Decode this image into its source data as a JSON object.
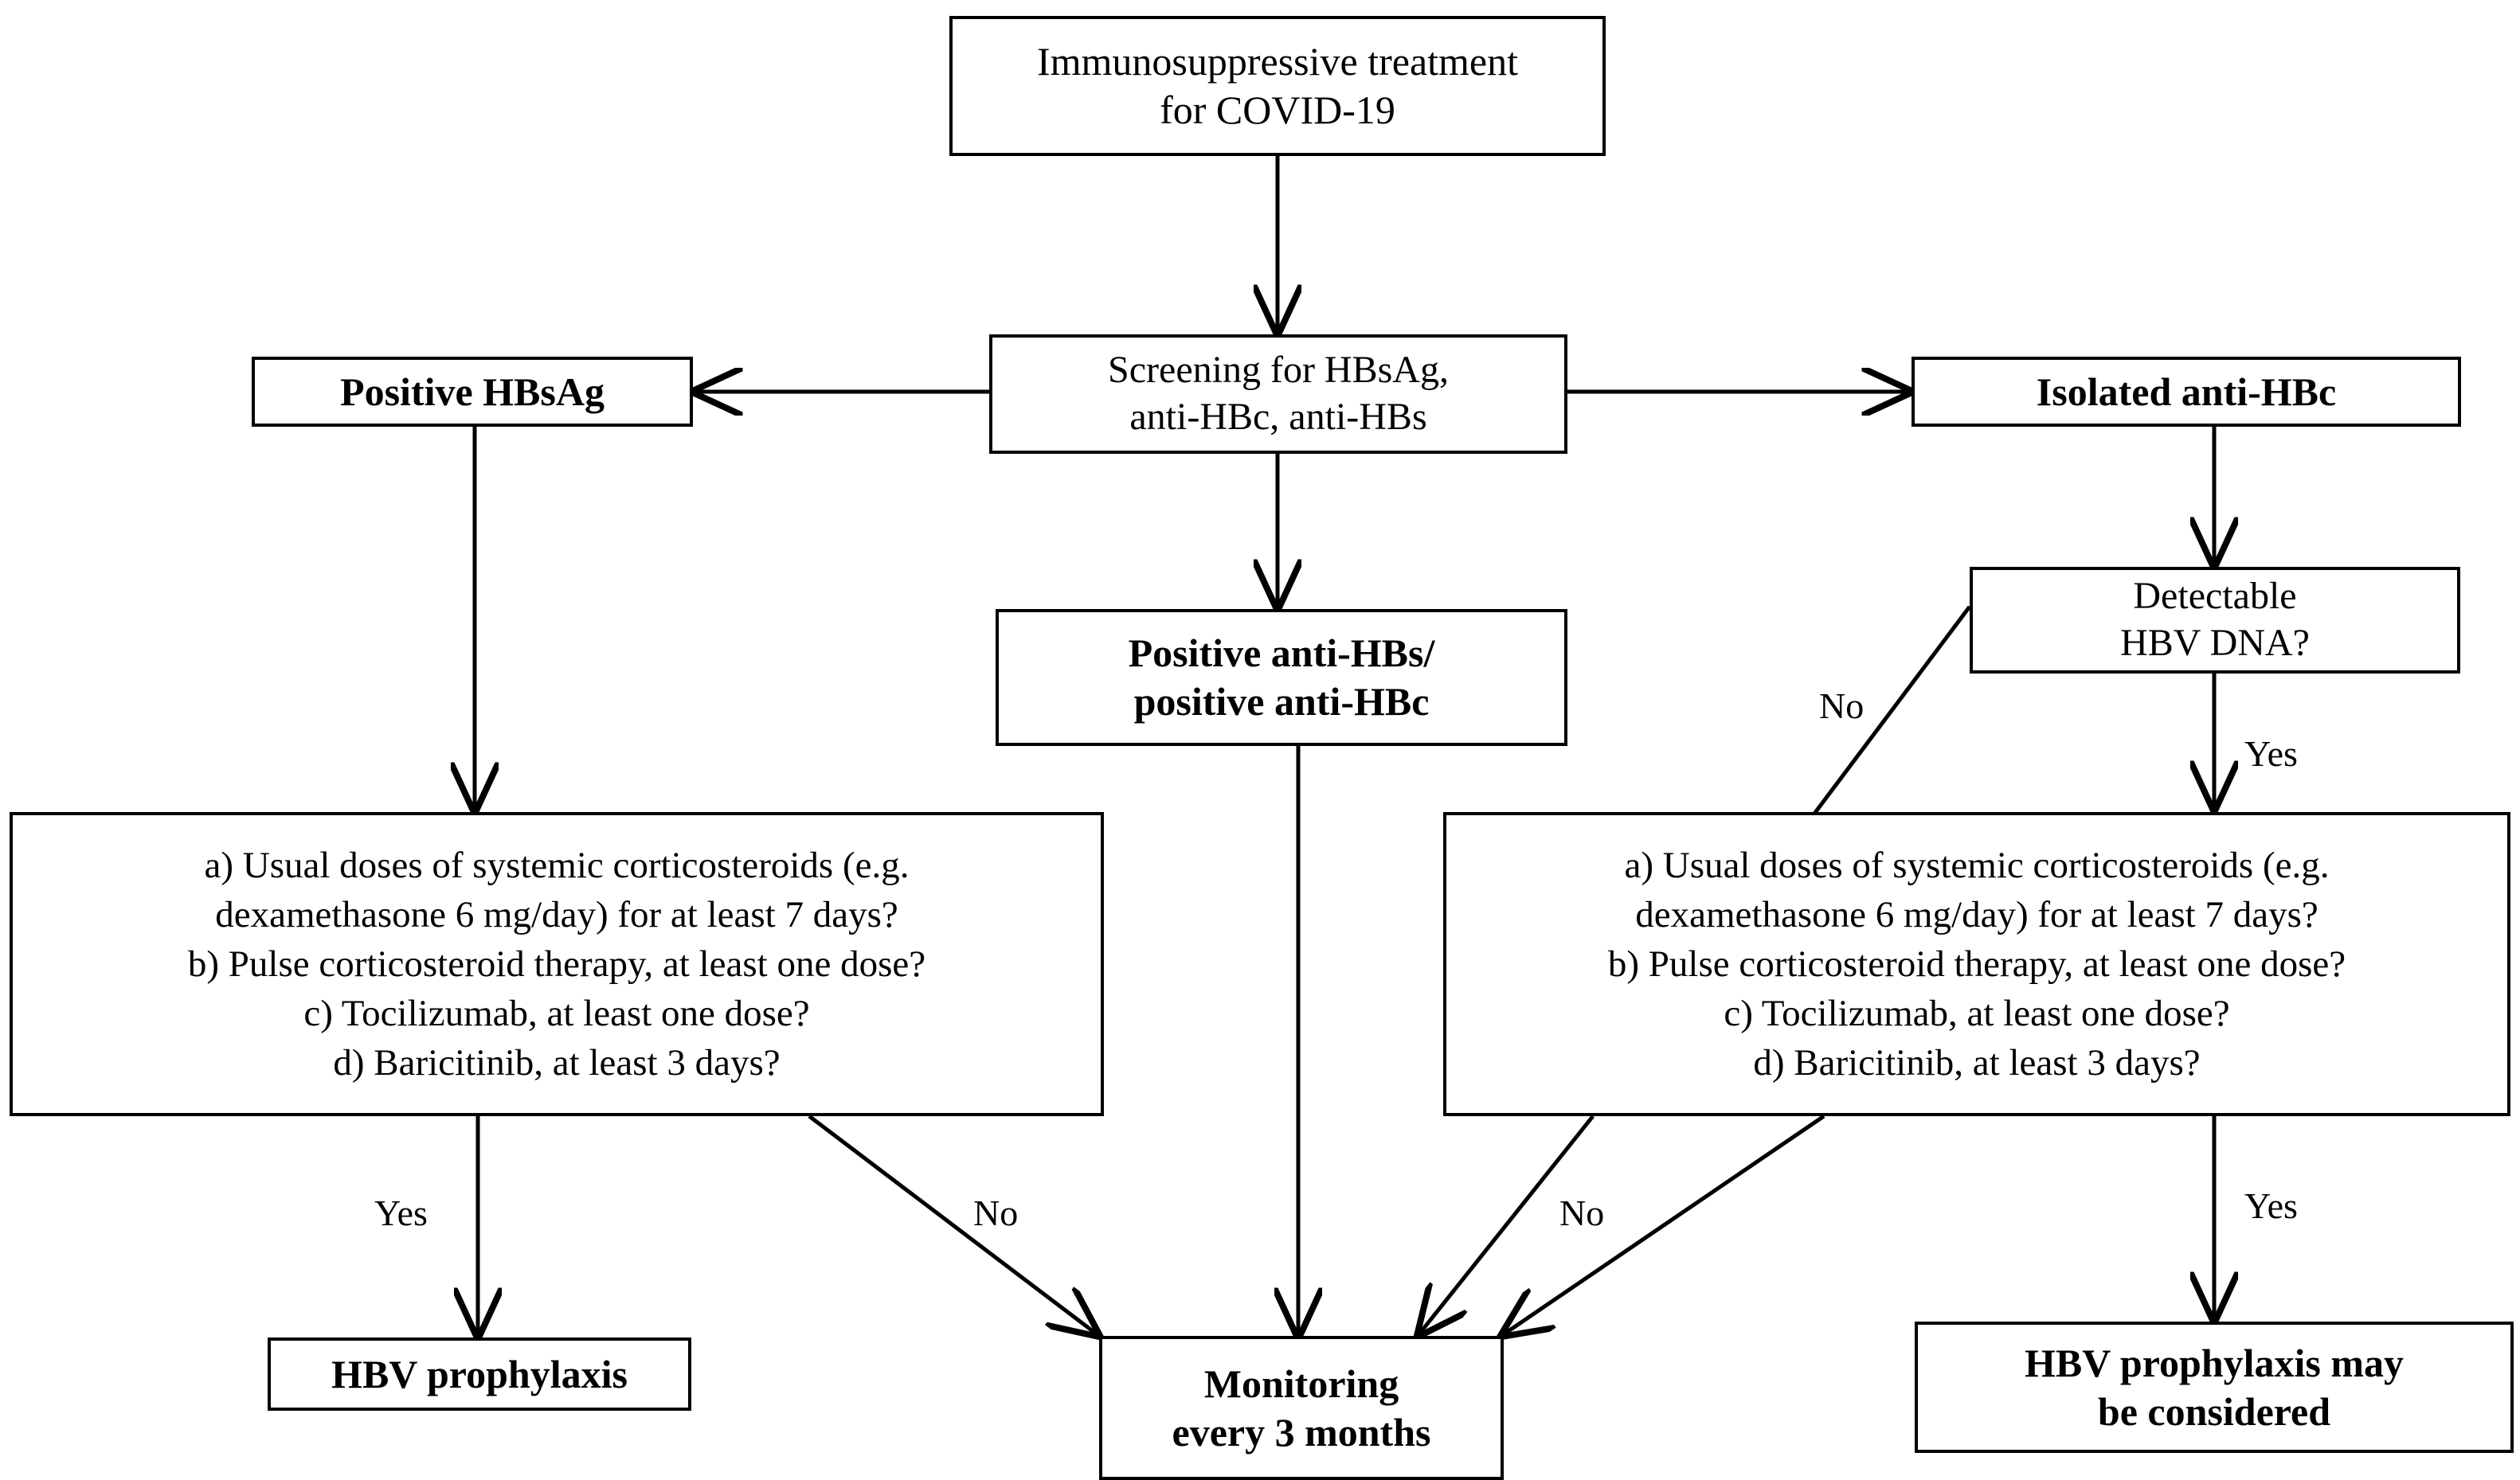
{
  "diagram": {
    "title": "HBV screening and prophylaxis algorithm for immunosuppressive COVID-19 treatment",
    "background_color": "#ffffff",
    "line_color": "#000000",
    "text_color": "#000000"
  },
  "nodes": {
    "immunosuppressive_treatment": {
      "label": "Immunosuppressive treatment\nfor COVID-19",
      "bold": false
    },
    "screening": {
      "label": "Screening for HBsAg,\nanti-HBc, anti-HBs",
      "bold": false
    },
    "positive_hbsag": {
      "label": "Positive HBsAg",
      "bold": true
    },
    "isolated_anti_hbc": {
      "label": "Isolated anti-HBc",
      "bold": true
    },
    "positive_anti_hbs": {
      "label": "Positive anti-HBs/\npositive anti-HBc",
      "bold": true
    },
    "detectable_hbv_dna": {
      "label": "Detectable\nHBV DNA?",
      "bold": false
    },
    "criteria_left": {
      "label": "a)   Usual doses of systemic corticosteroids (e.g.\ndexamethasone 6 mg/day) for at least 7 days?\nb) Pulse corticosteroid therapy, at least one dose?\nc) Tocilizumab, at least one dose?\nd) Baricitinib, at least 3 days?",
      "items": [
        "a)   Usual doses of systemic corticosteroids (e.g. dexamethasone 6 mg/day) for at least 7 days?",
        "b) Pulse corticosteroid therapy, at least one dose?",
        "c) Tocilizumab, at least one dose?",
        "d) Baricitinib, at least 3 days?"
      ],
      "bold": false
    },
    "criteria_right": {
      "label": "a)   Usual doses of systemic corticosteroids (e.g.\ndexamethasone 6 mg/day) for at least 7 days?\nb) Pulse corticosteroid therapy, at least one dose?\nc) Tocilizumab, at least one dose?\nd) Baricitinib, at least 3 days?",
      "items": [
        "a)   Usual doses of systemic corticosteroids (e.g. dexamethasone 6 mg/day) for at least 7 days?",
        "b) Pulse corticosteroid therapy, at least one dose?",
        "c) Tocilizumab, at least one dose?",
        "d) Baricitinib, at least 3 days?"
      ],
      "bold": false
    },
    "hbv_prophylaxis": {
      "label": "HBV prophylaxis",
      "bold": true
    },
    "monitoring": {
      "label": "Monitoring\nevery 3 months",
      "bold": true
    },
    "hbv_prophylaxis_may": {
      "label": "HBV prophylaxis may\nbe considered",
      "bold": true
    }
  },
  "edge_labels": {
    "dna_no": "No",
    "dna_yes": "Yes",
    "left_yes": "Yes",
    "left_no": "No",
    "right_no": "No",
    "right_yes": "Yes"
  }
}
